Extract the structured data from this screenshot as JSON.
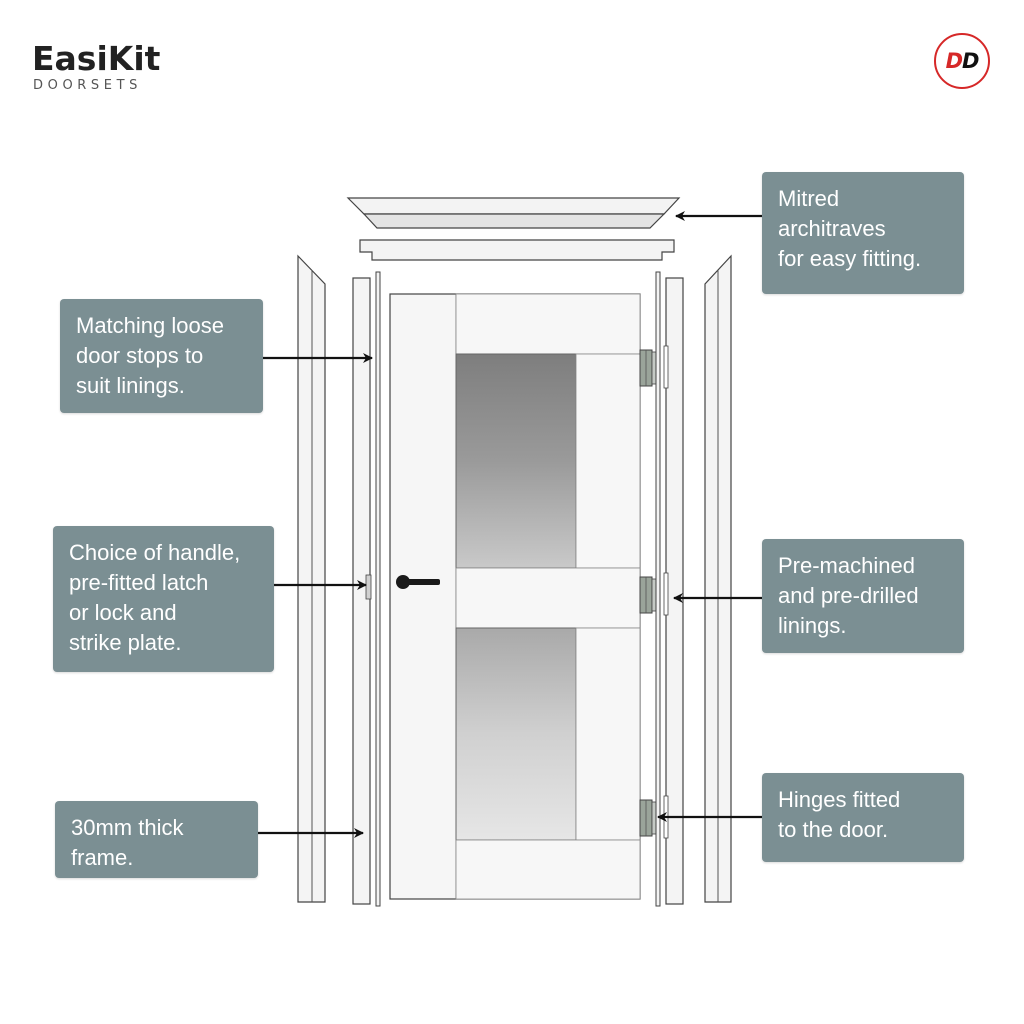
{
  "brand": {
    "name": "EasiKit",
    "subtitle": "DOORSETS",
    "badge": {
      "letter1": "D",
      "letter2": "D"
    }
  },
  "callouts": {
    "architraves": {
      "line1": "Mitred",
      "line2": "architraves",
      "line3": "for easy fitting."
    },
    "door_stops": {
      "line1": "Matching loose",
      "line2": "door stops to",
      "line3": "suit linings."
    },
    "handle": {
      "line1": "Choice of handle,",
      "line2": "pre-fitted latch",
      "line3": "or lock and",
      "line4": "strike plate."
    },
    "linings": {
      "line1": "Pre-machined",
      "line2": "and pre-drilled",
      "line3": "linings."
    },
    "frame": {
      "line1": "30mm thick",
      "line2": "frame."
    },
    "hinges": {
      "line1": "Hinges fitted",
      "line2": "to the door."
    }
  },
  "colors": {
    "callout_bg": "#7b8f93",
    "callout_text": "#ffffff",
    "badge_red": "#d62828",
    "outline": "#333333",
    "glass": "#8e8e8e"
  }
}
